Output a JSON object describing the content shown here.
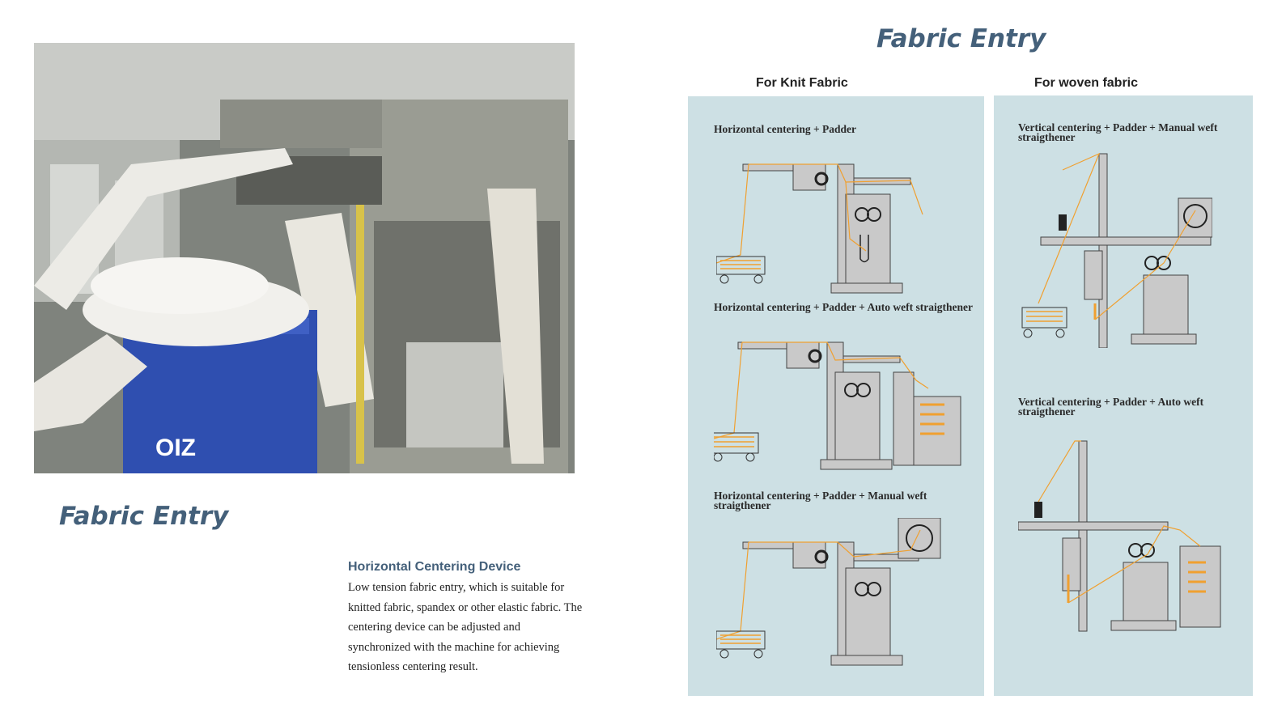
{
  "left": {
    "title": "Fabric Entry",
    "device_heading": "Horizontal Centering Device",
    "device_text": "Low tension fabric entry, which is suitable for knitted fabric, spandex or other elastic fabric. The centering device can be adjusted and synchronized with the machine for achieving tensionless centering result.",
    "photo_box_label": "OIZ"
  },
  "right": {
    "title": "Fabric Entry",
    "knit_heading": "For Knit Fabric",
    "woven_heading": "For woven fabric",
    "knit_captions": [
      "Horizontal centering + Padder",
      "Horizontal centering + Padder + Auto weft straigthener",
      "Horizontal centering + Padder + Manual weft straigthener"
    ],
    "woven_captions": [
      "Vertical centering + Padder + Manual weft straigthener",
      "Vertical centering + Padder + Auto weft straigthener"
    ]
  },
  "colors": {
    "title": "#44607a",
    "panel": "#cde0e4",
    "fabric_line": "#f0a030",
    "machine": "#c9c9c9"
  }
}
